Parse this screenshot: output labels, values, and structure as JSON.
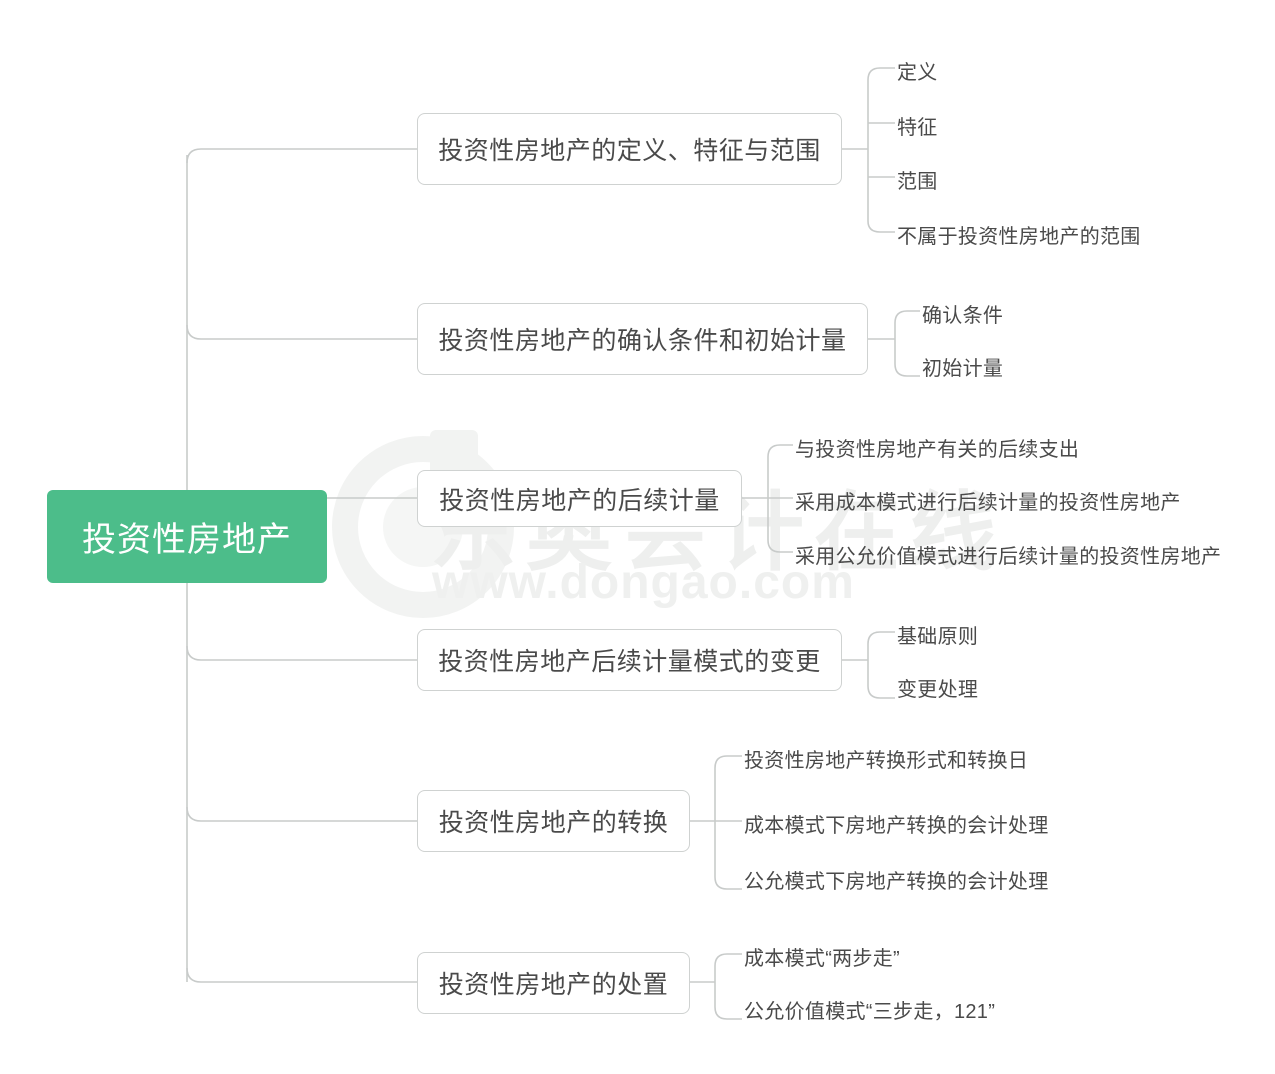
{
  "diagram": {
    "type": "mindmap",
    "root": {
      "label": "投资性房地产"
    },
    "watermark": {
      "brand_cn": "东奥会计在线",
      "url": "www.dongao.com"
    },
    "colors": {
      "root_fill": "#4cbd8a",
      "root_text": "#ffffff",
      "node_border": "#cfd2d1",
      "node_text": "#4a4a4a",
      "connector": "#c8cbca",
      "background": "#ffffff",
      "watermark": "#eeefee"
    },
    "branches": [
      {
        "label": "投资性房地产的定义、特征与范围",
        "children": [
          "定义",
          "特征",
          "范围",
          "不属于投资性房地产的范围"
        ]
      },
      {
        "label": "投资性房地产的确认条件和初始计量",
        "children": [
          "确认条件",
          "初始计量"
        ]
      },
      {
        "label": "投资性房地产的后续计量",
        "children": [
          "与投资性房地产有关的后续支出",
          "采用成本模式进行后续计量的投资性房地产",
          "采用公允价值模式进行后续计量的投资性房地产"
        ]
      },
      {
        "label": "投资性房地产后续计量模式的变更",
        "children": [
          "基础原则",
          "变更处理"
        ]
      },
      {
        "label": "投资性房地产的转换",
        "children": [
          "投资性房地产转换形式和转换日",
          "成本模式下房地产转换的会计处理",
          "公允模式下房地产转换的会计处理"
        ]
      },
      {
        "label": "投资性房地产的处置",
        "children": [
          "成本模式“两步走”",
          "公允价值模式“三步走，121”"
        ]
      }
    ]
  }
}
